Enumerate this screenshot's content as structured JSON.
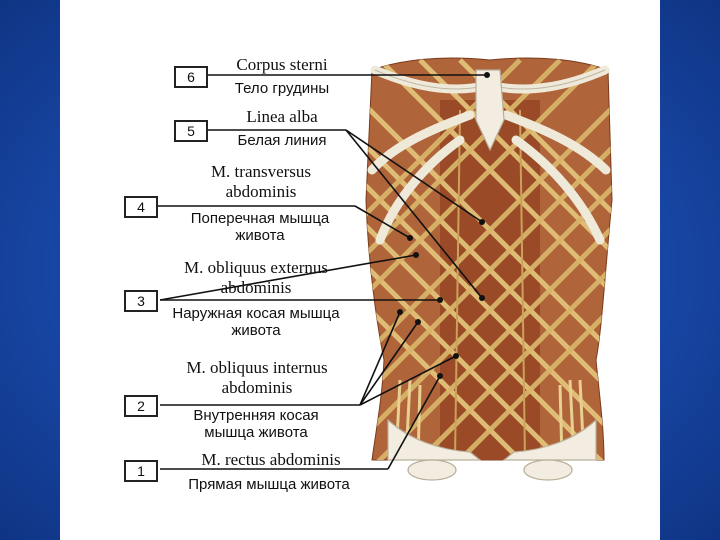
{
  "labels": [
    {
      "number": "6",
      "latin": "Corpus sterni",
      "russian": "Тело грудины"
    },
    {
      "number": "5",
      "latin": "Linea alba",
      "russian": "Белая линия"
    },
    {
      "number": "4",
      "latin": "M. transversus abdominis",
      "russian": "Поперечная мышца живота"
    },
    {
      "number": "3",
      "latin": "M. obliquus externus abdominis",
      "russian": "Наружная косая мышца живота"
    },
    {
      "number": "2",
      "latin": "M. obliquus internus abdominis",
      "russian": "Внутренняя косая мышца живота"
    },
    {
      "number": "1",
      "latin": "M. rectus abdominis",
      "russian": "Прямая мышца живота"
    }
  ],
  "colors": {
    "background": "#1746a3",
    "panel": "#ffffff",
    "muscle": "#a0522d",
    "tendon": "#d9b46a",
    "bone": "#f2ede0"
  }
}
